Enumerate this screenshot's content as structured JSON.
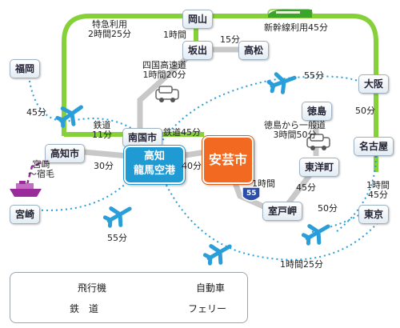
{
  "colors": {
    "rail": "#86d13a",
    "road": "#c8c8c8",
    "air": "#2a9ed8",
    "ferry": "#9a2b9a",
    "kochi_airport": "#1f9ad2",
    "aki_city": "#f26a21"
  },
  "cities": {
    "okayama": "岡山",
    "sakaide": "坂出",
    "takamatsu": "高松",
    "fukuoka": "福岡",
    "osaka": "大阪",
    "tokushima": "徳島",
    "nagoya": "名古屋",
    "kochi": "高知市",
    "nankoku": "南国市",
    "toyocho": "東洋町",
    "muroto": "室戸岬",
    "tokyo": "東京",
    "miyazaki": "宮崎"
  },
  "hubs": {
    "airport_line1": "高知",
    "airport_line2": "龍馬空港",
    "aki": "安芸市"
  },
  "labels": {
    "tokkyu_1": "特急利用",
    "tokkyu_2": "2時間25分",
    "okayama_sakaide": "1時間",
    "sakaide_takamatsu": "15分",
    "shinkansen": "新幹線利用45分",
    "shikoku_exp_1": "四国高速道",
    "shikoku_exp_2": "1時間20分",
    "osaka_air": "55分",
    "osaka_tokushima": "50分",
    "fukuoka_air": "45分",
    "rail_kochi_1": "鉄道",
    "rail_kochi_2": "11分",
    "rail_aki": "鉄道45分",
    "tokushima_road_1": "徳島から一般道",
    "tokushima_road_2": "3時間50分",
    "kochi_airport_time": "30分",
    "airport_aki_time": "40分",
    "route_number": "55",
    "aki_muroto": "1時間",
    "muroto_toyocho": "45分",
    "nagoya_air_1": "1時間",
    "nagoya_air_2": "45分",
    "muroto_tokyo": "50分",
    "ferry_1": "宮崎",
    "ferry_2": "〜宿毛",
    "miyazaki_air": "55分",
    "tokyo_air": "1時間25分"
  },
  "legend": {
    "airplane": "飛行機",
    "car": "自動車",
    "rail": "鉄　道",
    "ferry": "フェリー"
  }
}
